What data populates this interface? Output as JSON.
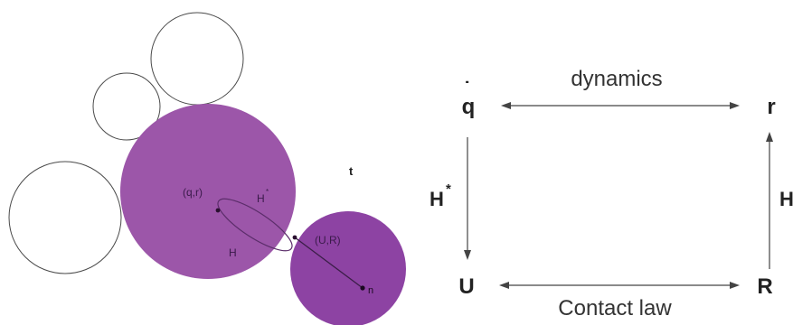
{
  "left_figure": {
    "labels": {
      "qr": "(q,r)",
      "h_star": "H",
      "h_star_sup": "*",
      "h": "H",
      "ur": "(U,R)",
      "t": "t",
      "n": "n"
    },
    "colors": {
      "large_body": "#9c56a9",
      "small_body": "#8d43a3",
      "outline": "#4a4a4a",
      "label_text": "#3a1a4a"
    }
  },
  "right_diagram": {
    "top_left": "q",
    "top_left_accent": "˙",
    "top_right": "r",
    "bottom_left": "U",
    "bottom_right": "R",
    "top_edge": "dynamics",
    "bottom_edge": "Contact law",
    "left_edge": "H",
    "left_edge_sup": "*",
    "right_edge": "H",
    "colors": {
      "arrow": "#444444",
      "text": "#333333",
      "symbol": "#222222"
    }
  }
}
